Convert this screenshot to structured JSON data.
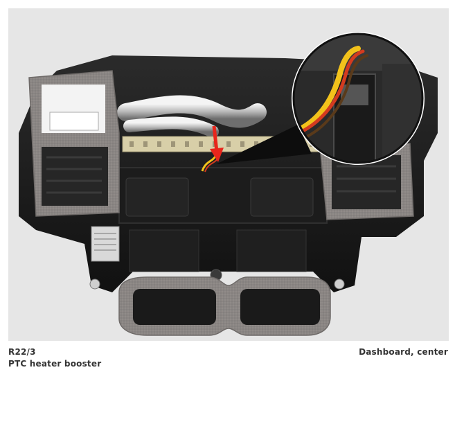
{
  "caption": {
    "component_code": "R22/3",
    "component_name": "PTC heater booster",
    "location": "Dashboard, center"
  },
  "colors": {
    "photo_background": "#e6e6e6",
    "housing": "#1a1a1a",
    "foam_gasket": "#8a8583",
    "pointer_arrow": "#e8261c",
    "wire_yellow": "#f2c21b",
    "wire_red": "#d43b1f",
    "wire_brown": "#5a3a1a"
  }
}
